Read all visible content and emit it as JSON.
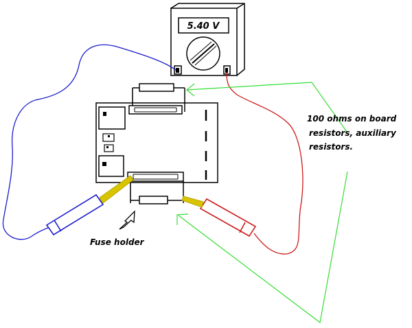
{
  "meter": {
    "reading": "5.40 V"
  },
  "labels": {
    "resistors_line1": "100 ohms on board",
    "resistors_line2": "resistors, auxiliary",
    "resistors_line3": "resistors.",
    "fuse_holder": "Fuse holder"
  },
  "colors": {
    "lead_black": "#1a1acc",
    "lead_red": "#cc1a1a",
    "pointer_green": "#33dd33",
    "probe_tip": "#d8c400",
    "outline": "#000000"
  },
  "icons": {
    "meter": "multimeter-icon",
    "dial": "rotary-dial-icon",
    "arrow": "pointer-arrow-icon"
  }
}
